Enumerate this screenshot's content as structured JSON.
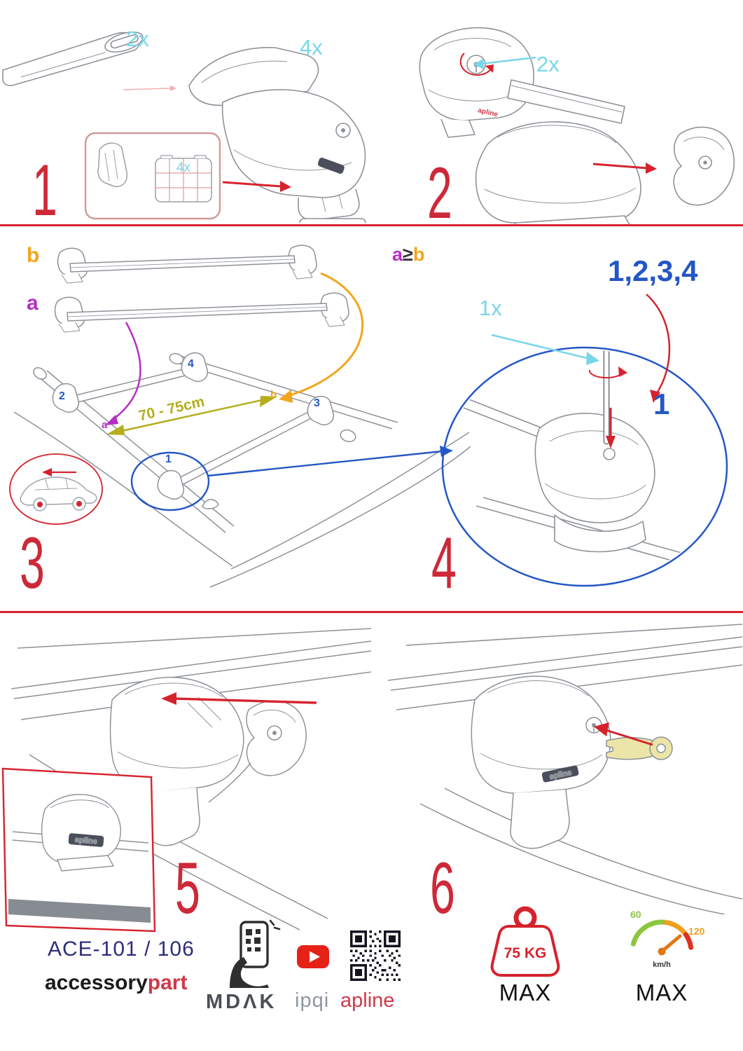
{
  "colors": {
    "accent_red": "#d5232e",
    "cyan": "#79d6e9",
    "purple": "#b62fc4",
    "orange": "#f2a51b",
    "blue": "#2457c5",
    "olive": "#b5ad1e",
    "navy": "#2e2e7a",
    "brand_red": "#d0394a",
    "youtube_red": "#e62117",
    "gauge_green": "#8cc63f",
    "gauge_orange": "#f0a01e"
  },
  "steps": {
    "s1": {
      "number": "1",
      "bar_qty": "2x",
      "foot_qty": "4x",
      "pad_qty": "4x"
    },
    "s2": {
      "number": "2",
      "key_qty": "2x",
      "logo": "apline"
    },
    "s3": {
      "number": "3",
      "bar_a": "a",
      "bar_b": "b",
      "rule_a": "a",
      "rule_ge": "≥",
      "rule_b": "b",
      "span": "70 - 75cm",
      "pos1": "1",
      "pos2": "2",
      "pos3": "3",
      "pos4": "4",
      "pos_a": "a",
      "pos_b": "b"
    },
    "s4": {
      "number": "4",
      "tool_qty": "1x",
      "sequence": "1,2,3,4",
      "first": "1"
    },
    "s5": {
      "number": "5",
      "logo": "apline"
    },
    "s6": {
      "number": "6",
      "logo": "apline"
    }
  },
  "footer": {
    "product_code": "ACE-101 / 106",
    "brand_part1": "accessory",
    "brand_part2": "part",
    "partner_mdak": "MDΛK",
    "partner_ipqi": "ipqi",
    "partner_apline": "apline",
    "weight": {
      "value": "75 KG",
      "max_label": "MAX"
    },
    "gauge": {
      "low": "60",
      "high": "120",
      "unit": "km/h",
      "max_label": "MAX"
    }
  }
}
